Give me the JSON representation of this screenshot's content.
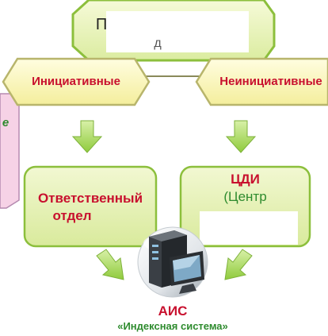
{
  "top_box": {
    "label_start": "П",
    "label_end": "д"
  },
  "left_tab": {
    "label": "Инициативные"
  },
  "right_tab": {
    "label": "Неинициативные"
  },
  "side_note": {
    "label": "е"
  },
  "left_box": {
    "label_line1": "Ответственный",
    "label_line2": "отдел"
  },
  "right_box": {
    "title": "ЦДИ",
    "subtitle": "(Центр"
  },
  "ais": {
    "title": "АИС",
    "subtitle": "«Индексная система»"
  },
  "colors": {
    "box_fill": "#e8f2b8",
    "box_border": "#8cbf3c",
    "tab_fill": "#fbf6b4",
    "tab_border": "#b8b56c",
    "arrow_fill": "#a7d85a",
    "red_text": "#c8102e",
    "green_text": "#2e8b2e",
    "pink": "#f6d2e6"
  }
}
